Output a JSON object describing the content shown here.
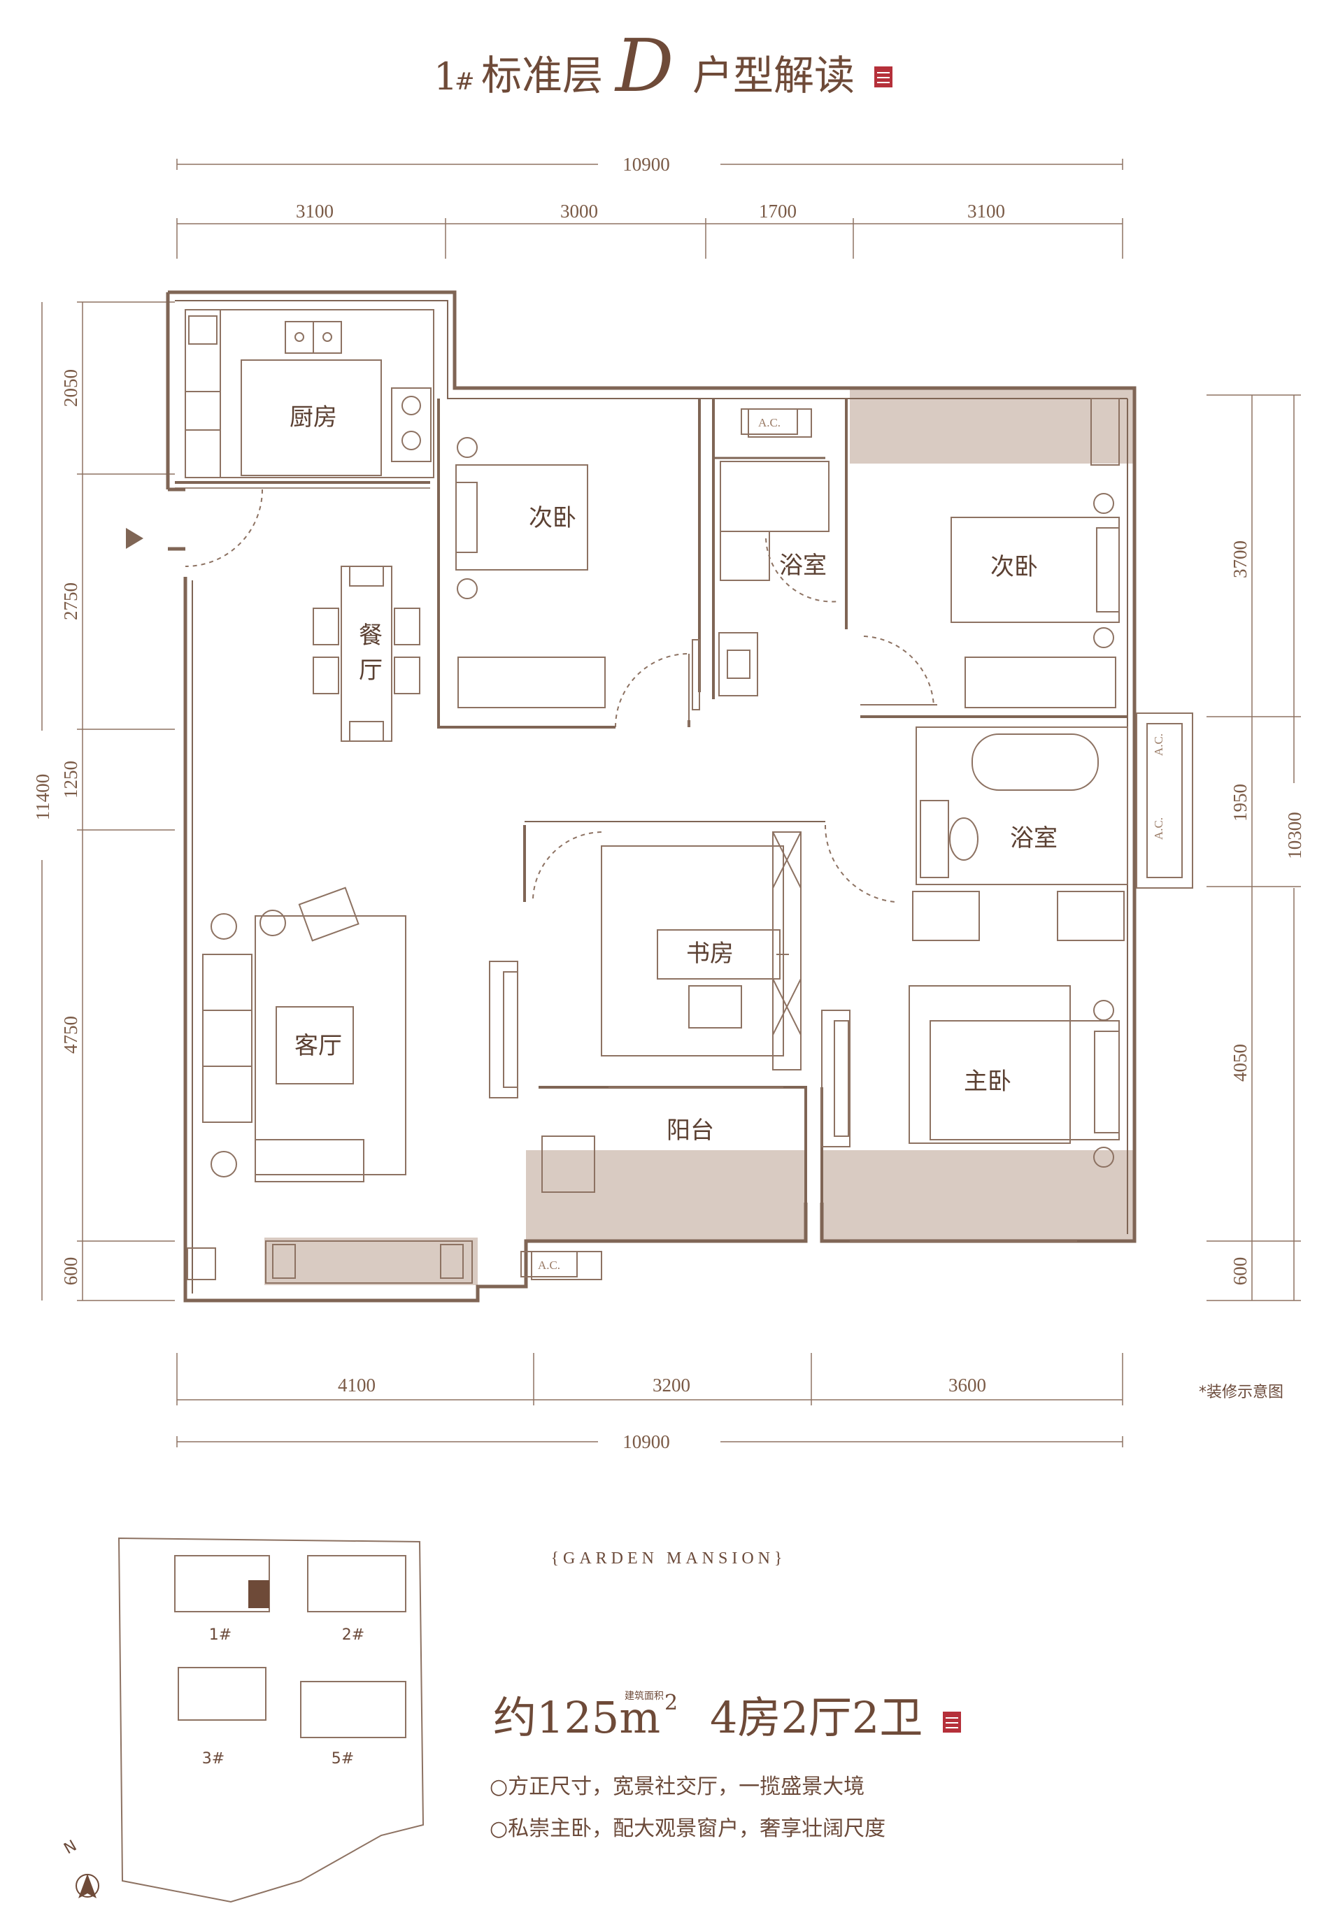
{
  "title": {
    "prefix": "1",
    "hash": "#",
    "main": "标准层",
    "letter": "D",
    "suffix": "户型解读"
  },
  "dimensions": {
    "top_total": "10900",
    "top": [
      "3100",
      "3000",
      "1700",
      "3100"
    ],
    "bottom": [
      "4100",
      "3200",
      "3600"
    ],
    "bottom_total": "10900",
    "left": [
      "2050",
      "2750",
      "1250",
      "4750",
      "600"
    ],
    "left_total": "11400",
    "right": [
      "3700",
      "1950",
      "4050",
      "600"
    ],
    "right_total": "10300"
  },
  "rooms": {
    "kitchen": "厨房",
    "dining_1": "餐",
    "dining_2": "厅",
    "bedroom_left": "次卧",
    "bathroom_center": "浴室",
    "bedroom_right": "次卧",
    "bathroom_right": "浴室",
    "study": "书房",
    "living": "客厅",
    "master": "主卧",
    "balcony": "阳台"
  },
  "ac_label": "A.C.",
  "note": "*装修示意图",
  "brand": "{GARDEN   MANSION}",
  "keyplan": {
    "buildings": [
      "1#",
      "2#",
      "3#",
      "5#"
    ],
    "north": "N"
  },
  "summary": {
    "prefix": "约125m",
    "superscript": "2",
    "small": "建筑面积",
    "rooms": "4房2厅2卫",
    "bullets": [
      "○方正尺寸，宽景社交厅，一揽盛景大境",
      "○私崇主卧，配大观景窗户，奢享壮阔尺度"
    ]
  },
  "colors": {
    "text": "#6e4a38",
    "line": "#7f6555",
    "shade": "#d9cbc2",
    "seal": "#b5303a"
  }
}
